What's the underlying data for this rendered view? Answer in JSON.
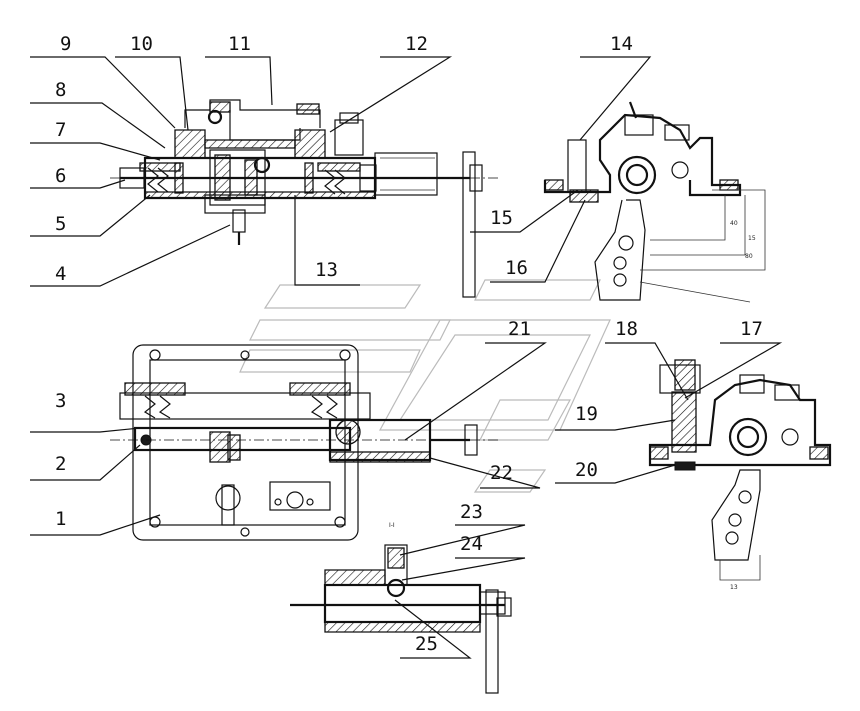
{
  "labels": {
    "l1": "1",
    "l2": "2",
    "l3": "3",
    "l4": "4",
    "l5": "5",
    "l6": "6",
    "l7": "7",
    "l8": "8",
    "l9": "9",
    "l10": "10",
    "l11": "11",
    "l12": "12",
    "l13": "13",
    "l14": "14",
    "l15": "15",
    "l16": "16",
    "l17": "17",
    "l18": "18",
    "l19": "19",
    "l20": "20",
    "l21": "21",
    "l22": "22",
    "l23": "23",
    "l24": "24",
    "l25": "25"
  },
  "section_mark": "I-I"
}
